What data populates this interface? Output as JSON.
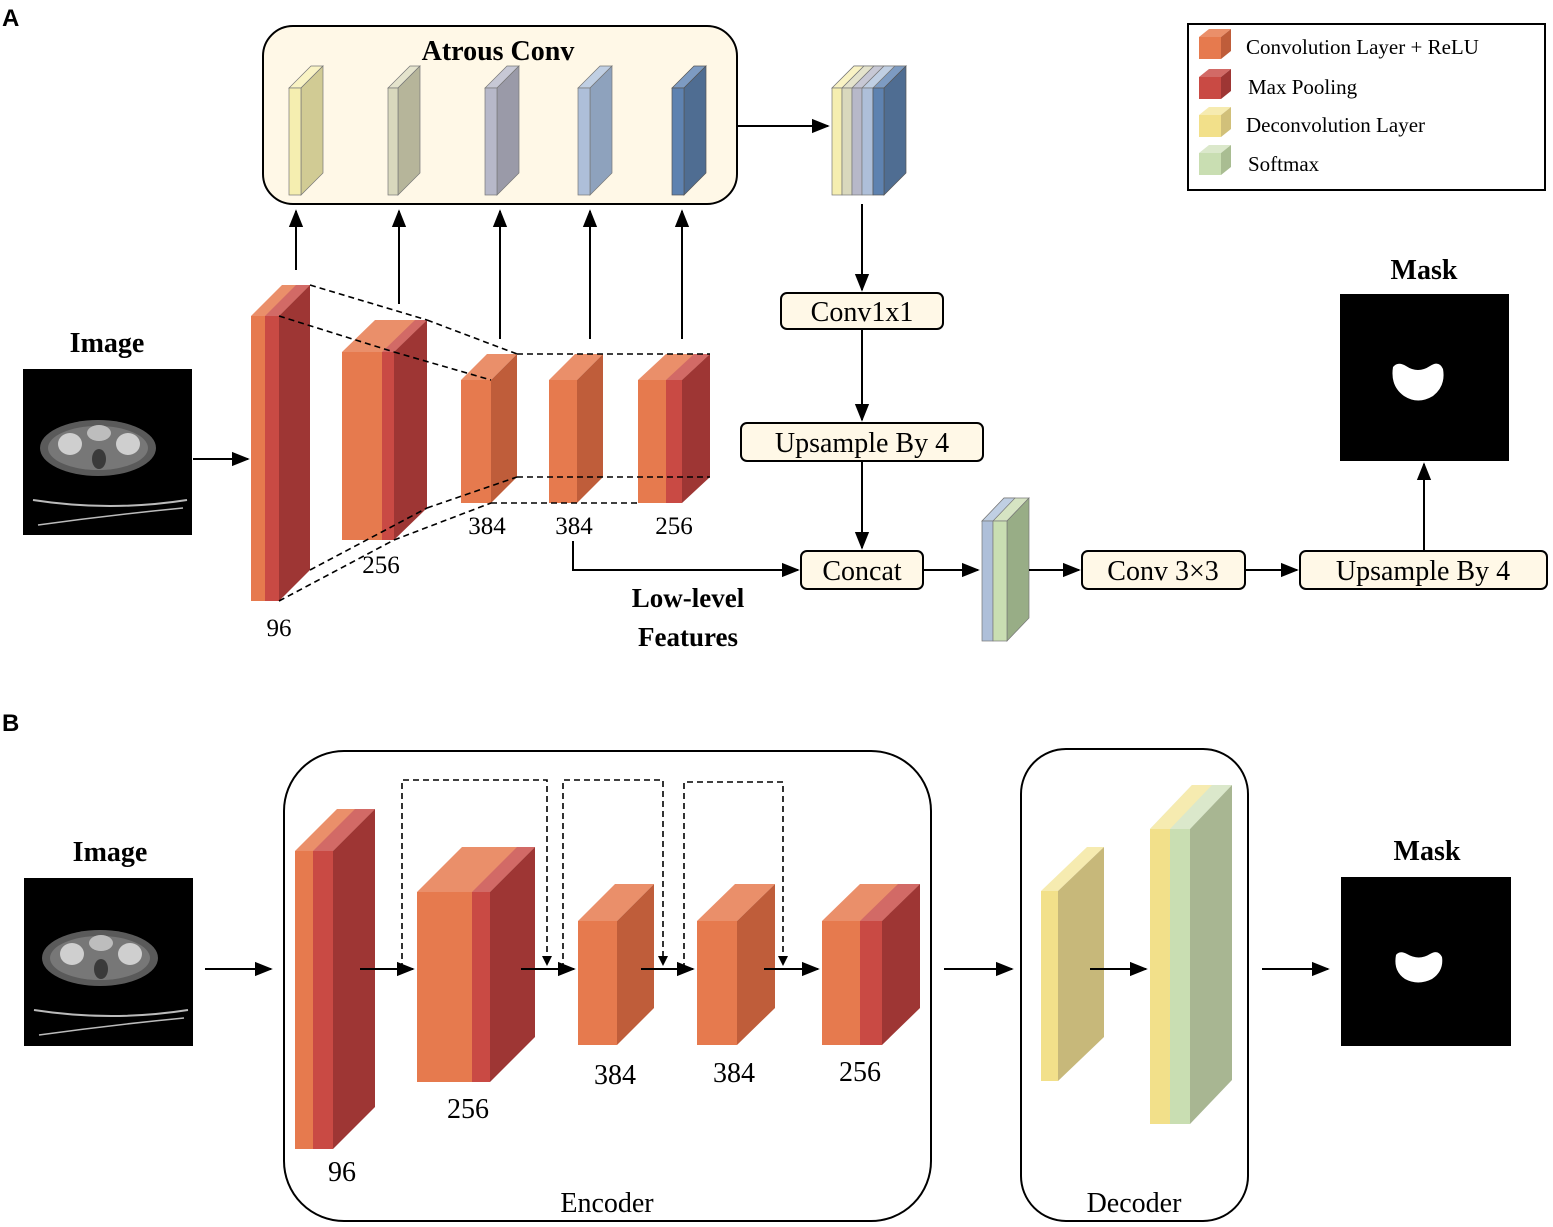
{
  "panel_a": {
    "panel_label": "A",
    "atrous_title": "Atrous Conv",
    "image_label": "Image",
    "mask_label": "Mask",
    "channels": [
      "96",
      "256",
      "384",
      "384",
      "256"
    ],
    "low_level_label_line1": "Low-level",
    "low_level_label_line2": "Features",
    "conv1x1": "Conv1x1",
    "upsample1": "Upsample By 4",
    "concat": "Concat",
    "conv3x3": "Conv 3×3",
    "upsample2": "Upsample By 4"
  },
  "legend": {
    "items": [
      {
        "label": "Convolution Layer + ReLU",
        "color": "#e67a4e"
      },
      {
        "label": "Max Pooling",
        "color": "#c94a44"
      },
      {
        "label": "Deconvolution Layer",
        "color": "#f2e08a"
      },
      {
        "label": "Softmax",
        "color": "#c9deb2"
      }
    ]
  },
  "panel_b": {
    "panel_label": "B",
    "image_label": "Image",
    "mask_label": "Mask",
    "channels": [
      "96",
      "256",
      "384",
      "384",
      "256"
    ],
    "encoder_label": "Encoder",
    "decoder_label": "Decoder"
  },
  "colors": {
    "conv": "#e67a4e",
    "conv_top": "#ea8f6a",
    "conv_side": "#bf5d3a",
    "pool": "#c94a44",
    "pool_side": "#9e3634",
    "deconv": "#f2e08a",
    "softmax": "#c9deb2",
    "atrous": [
      "#f5eeb0",
      "#d9d8bd",
      "#b7b8c9",
      "#aebfd9",
      "#5e82b0"
    ]
  }
}
